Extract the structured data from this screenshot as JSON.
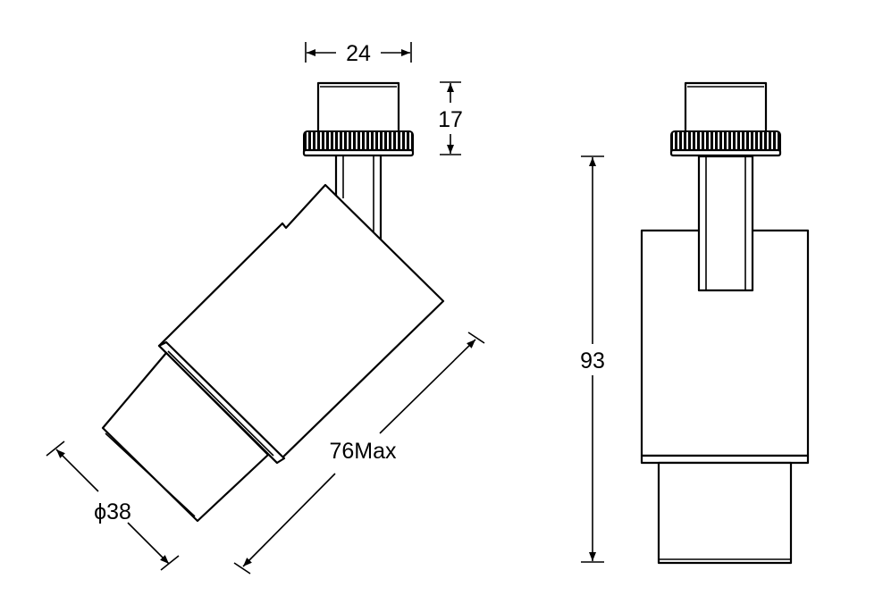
{
  "dimensions": {
    "top_width": "24",
    "top_height": "17",
    "total_height": "93",
    "max_length": "76Max",
    "diameter": "ϕ38"
  }
}
